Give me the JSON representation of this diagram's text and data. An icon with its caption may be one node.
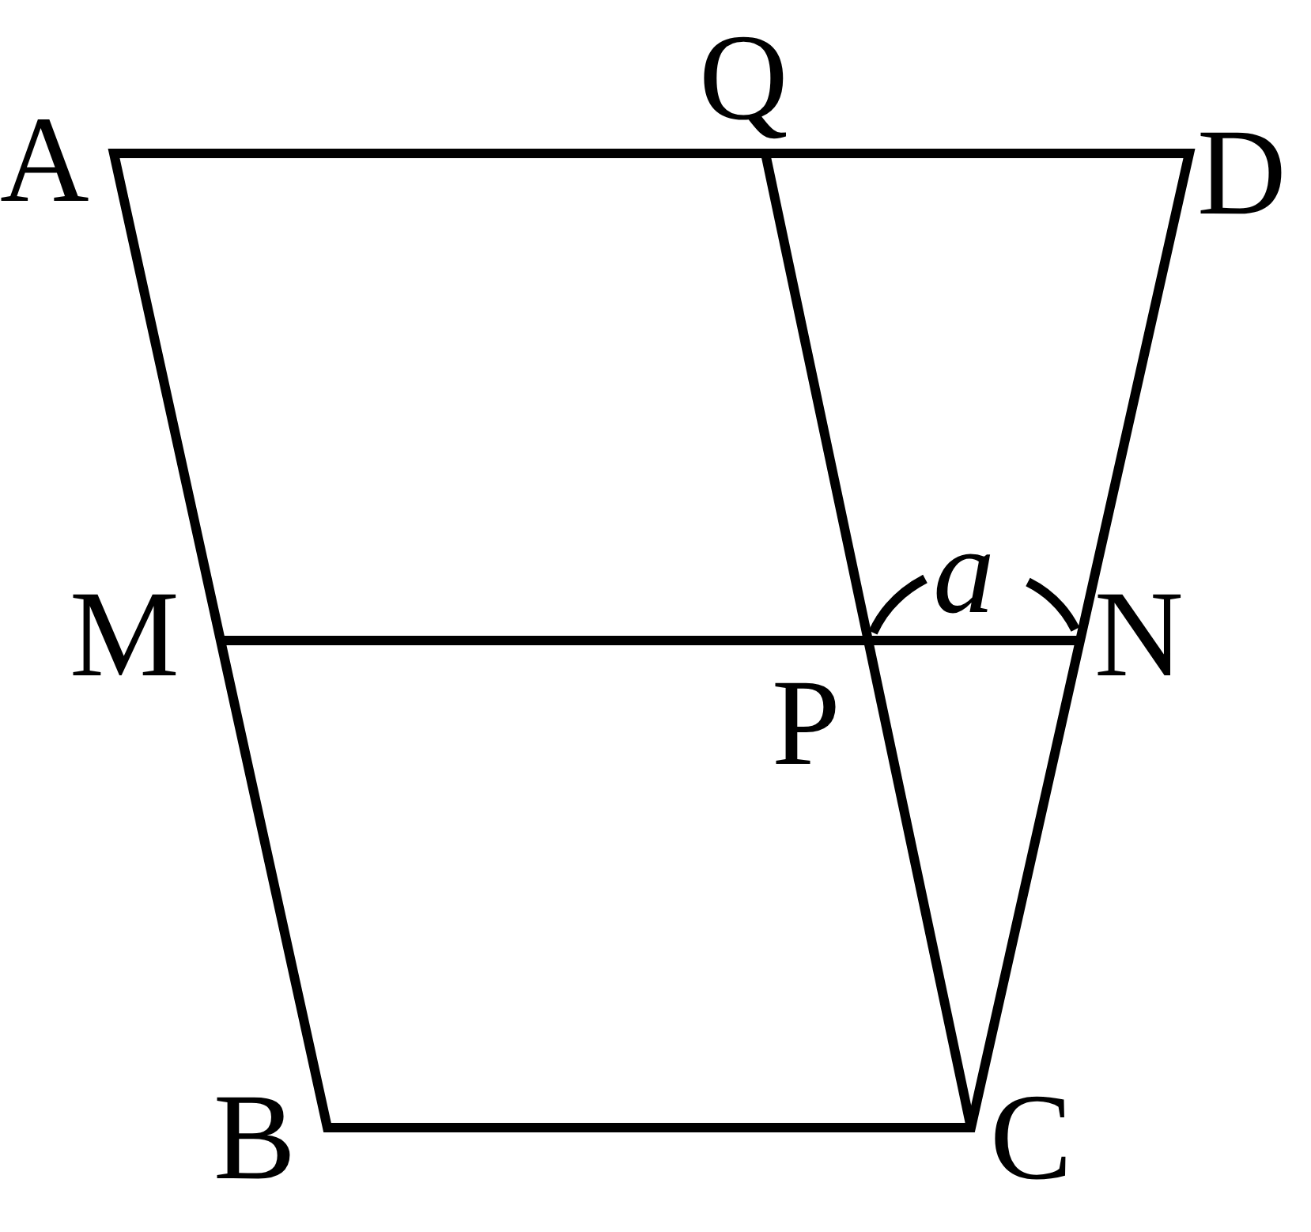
{
  "diagram": {
    "labels": [
      "Q",
      "A",
      "D",
      "a",
      "M",
      "N",
      "P",
      "B",
      "C"
    ]
  }
}
